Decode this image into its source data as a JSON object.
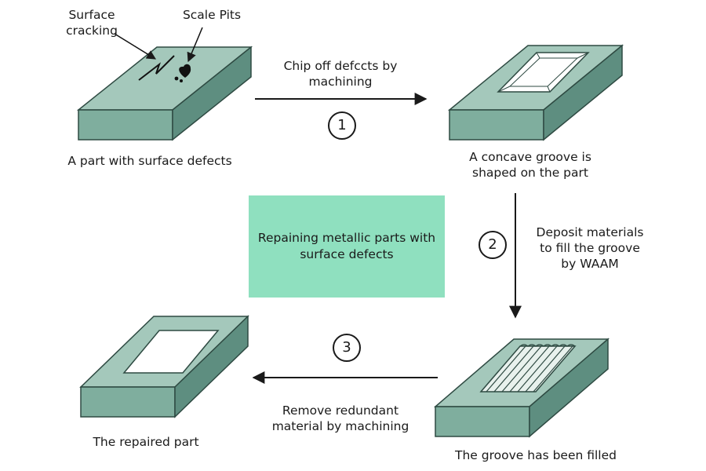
{
  "annotations": {
    "surface_cracking": [
      "Surface",
      "cracking"
    ],
    "scale_pits": "Scale Pits"
  },
  "parts": {
    "initial": "A part with surface defects",
    "grooved": [
      "A concave groove is",
      "shaped on the part"
    ],
    "filled": "The groove has been filled",
    "repaired": "The repaired part"
  },
  "steps": [
    {
      "number": "1",
      "text": [
        "Chip off defccts by",
        "machining"
      ]
    },
    {
      "number": "2",
      "text": [
        "Deposit materials",
        "to fill the groove",
        "by WAAM"
      ]
    },
    {
      "number": "3",
      "text": [
        "Remove redundant",
        "material by machining"
      ]
    }
  ],
  "center": {
    "title": [
      "Repaining metallic parts with",
      "surface defects"
    ]
  },
  "colors": {
    "block_top": "#a4c8bb",
    "block_front": "#7fae9e",
    "block_side": "#5e8e80",
    "outline": "#2e4a42",
    "center_box": "#8fe0bf"
  }
}
